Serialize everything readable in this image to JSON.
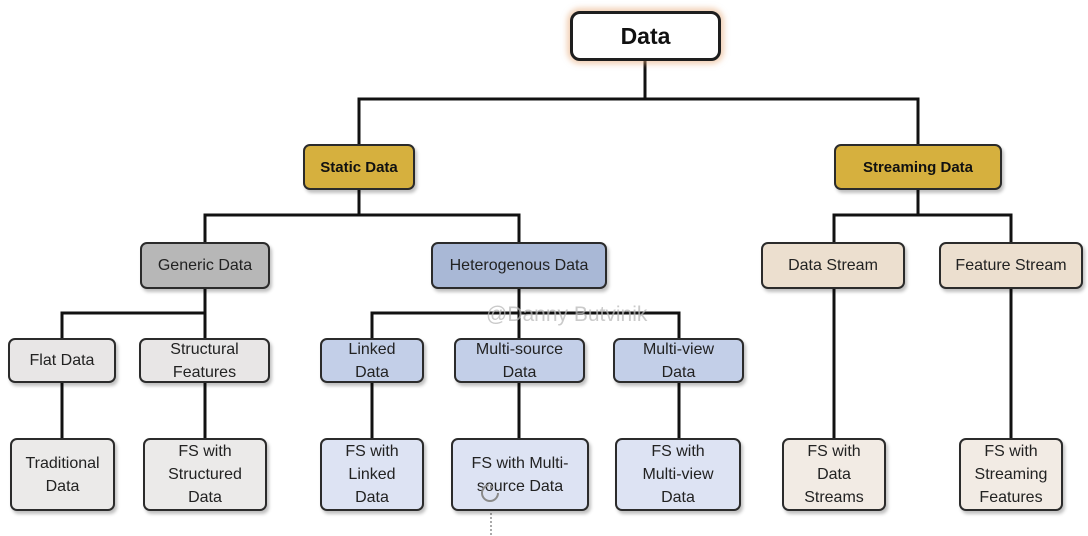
{
  "diagram": {
    "root": "Data",
    "static": "Static Data",
    "streaming": "Streaming Data",
    "generic": "Generic Data",
    "heterogenous": "Heterogenous Data",
    "data_stream": "Data Stream",
    "feature_stream": "Feature Stream",
    "flat": "Flat Data",
    "structural": "Structural Features",
    "linked": "Linked Data",
    "multisource": "Multi-source Data",
    "multiview": "Multi-view Data",
    "traditional": "Traditional Data",
    "fs_structured": "FS with Structured Data",
    "fs_linked": "FS with Linked Data",
    "fs_multisource": "FS with Multi-source Data",
    "fs_multiview": "FS with Multi-view Data",
    "fs_data_streams": "FS with Data Streams",
    "fs_streaming_features": "FS with Streaming Features"
  },
  "watermark": "@Danny Butvinik",
  "colors": {
    "level1": "#d6b03e",
    "generic": "#b7b7b7",
    "heterogenous": "#a9b8d6",
    "stream": "#ecdfcf"
  }
}
